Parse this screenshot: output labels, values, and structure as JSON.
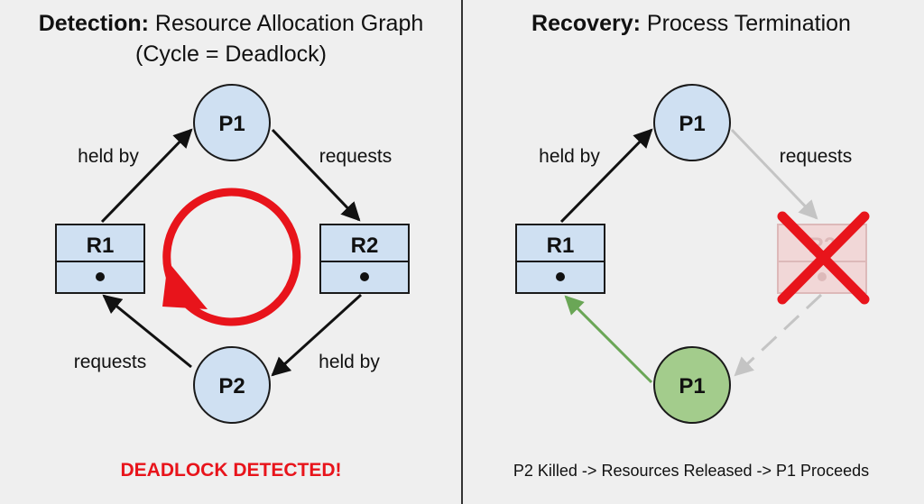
{
  "left": {
    "title_bold": "Detection:",
    "title_rest": " Resource Allocation Graph",
    "subtitle": "(Cycle = Deadlock)",
    "nodes": {
      "p1": "P1",
      "p2": "P2",
      "r1": "R1",
      "r2": "R2"
    },
    "edges": {
      "r1_p1": "held by",
      "p1_r2": "requests",
      "p2_r1": "requests",
      "r2_p2": "held by"
    },
    "status": "DEADLOCK DETECTED!"
  },
  "right": {
    "title_bold": "Recovery:",
    "title_rest": " Process Termination",
    "nodes": {
      "p1_top": "P1",
      "p1_bottom": "P1",
      "r1": "R1",
      "r2": "R2"
    },
    "edges": {
      "r1_p1": "held by",
      "p1_r2": "requests"
    },
    "status": "P2 Killed -> Resources Released -> P1 Proceeds"
  },
  "colors": {
    "node_fill": "#cfe0f2",
    "node_stroke": "#1a1a1a",
    "cycle_red": "#e8141b",
    "green_fill": "#a3cc8c",
    "green_arrow": "#6aa656",
    "faded": "#c4c4c4",
    "faded_box": "#f2cfcf"
  }
}
